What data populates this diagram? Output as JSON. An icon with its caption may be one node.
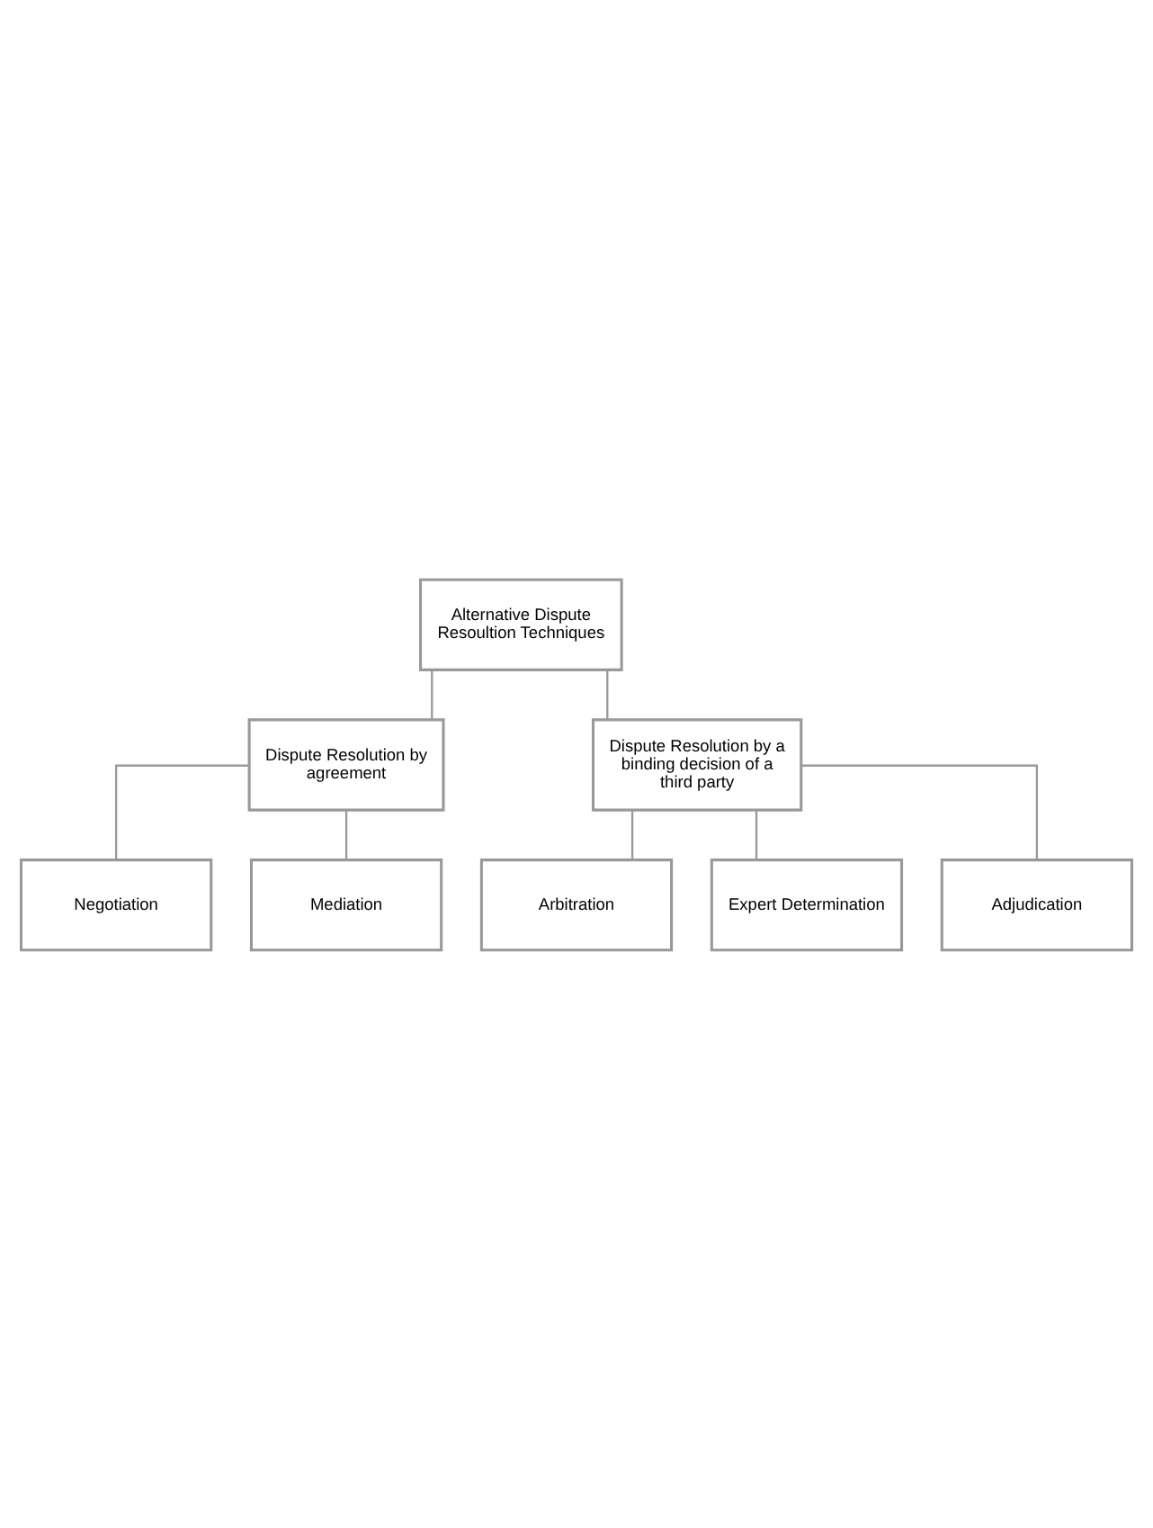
{
  "diagram": {
    "nodes": [
      {
        "text": [
          "Alternative Dispute Resoultion Techniques"
        ]
      },
      {
        "text": [
          "Dispute Resolution by agreement"
        ]
      },
      {
        "text": [
          "Dispute Resolution by a binding decision of a third party"
        ]
      },
      {
        "text": [
          "Negotiation"
        ]
      },
      {
        "text": [
          "Mediation"
        ]
      },
      {
        "text": [
          "Arbitration"
        ]
      },
      {
        "text": [
          "Expert Determination"
        ]
      },
      {
        "text": [
          "Adjudication"
        ]
      }
    ],
    "edges": [
      {
        "from": 0,
        "to": 1,
        "arrow": "none"
      },
      {
        "from": 0,
        "to": 2,
        "arrow": "none"
      },
      {
        "from": 1,
        "to": 3,
        "arrow": "none"
      },
      {
        "from": 1,
        "to": 4,
        "arrow": "none"
      },
      {
        "from": 2,
        "to": 5,
        "arrow": "none"
      },
      {
        "from": 2,
        "to": 6,
        "arrow": "none"
      },
      {
        "from": 2,
        "to": 7,
        "arrow": "none"
      }
    ]
  }
}
